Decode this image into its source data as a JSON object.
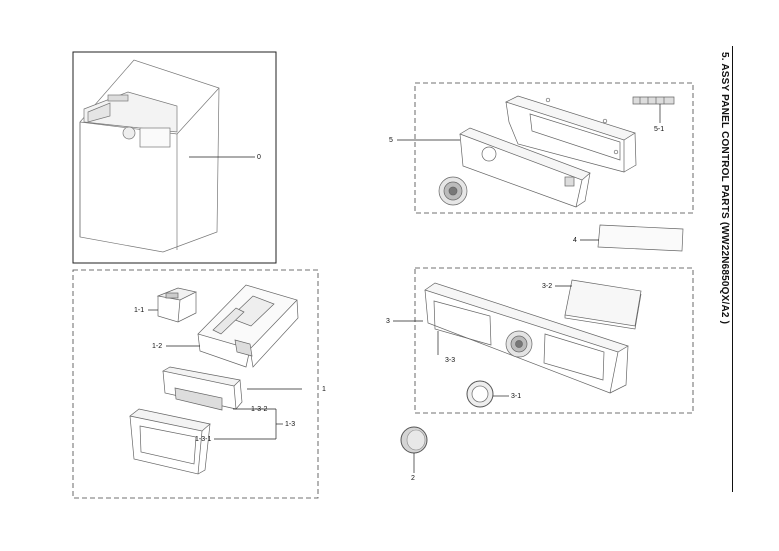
{
  "title": "5. ASSY PANEL CONTROL PARTS (WW22N6850QX/A2 )",
  "callouts": {
    "c0": "0",
    "c1": "1",
    "c1_1": "1-1",
    "c1_2": "1-2",
    "c1_3": "1-3",
    "c1_3_1": "1-3-1",
    "c1_3_2": "1-3-2",
    "c2": "2",
    "c3": "3",
    "c3_1": "3-1",
    "c3_2": "3-2",
    "c3_3": "3-3",
    "c4": "4",
    "c5": "5",
    "c5_1": "5-1"
  }
}
